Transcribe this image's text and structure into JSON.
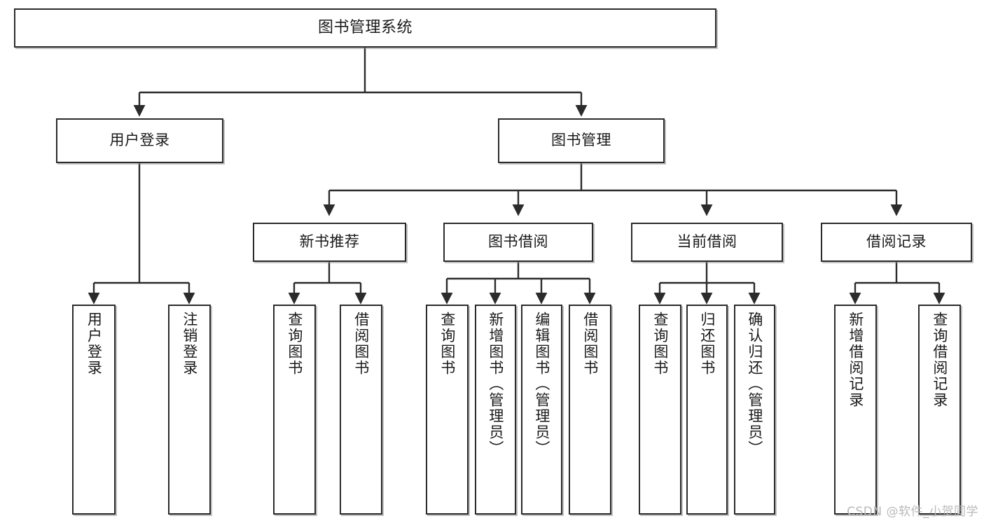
{
  "diagram": {
    "title": "图书管理系统",
    "type": "tree",
    "watermark": "CSDN @软件_小贺同学",
    "colors": {
      "box_border": "#2b2b2b",
      "box_fill": "#ffffff",
      "edge": "#2b2b2b",
      "text": "#1a1a1a",
      "watermark": "#b9b9b9",
      "background": "#ffffff"
    },
    "root": {
      "id": "root",
      "label": "图书管理系统"
    },
    "level2": [
      {
        "id": "user-login",
        "label": "用户登录"
      },
      {
        "id": "book-manage",
        "label": "图书管理"
      }
    ],
    "level3": [
      {
        "id": "new-book-rec",
        "label": "新书推荐",
        "parent": "book-manage"
      },
      {
        "id": "book-borrow",
        "label": "图书借阅",
        "parent": "book-manage"
      },
      {
        "id": "current-borrow",
        "label": "当前借阅",
        "parent": "book-manage"
      },
      {
        "id": "borrow-record",
        "label": "借阅记录",
        "parent": "book-manage"
      }
    ],
    "leaves": [
      {
        "id": "leaf-user-login",
        "label": "用户登录",
        "parent": "user-login"
      },
      {
        "id": "leaf-user-logout",
        "label": "注销登录",
        "parent": "user-login"
      },
      {
        "id": "leaf-query-book-1",
        "label": "查询图书",
        "parent": "new-book-rec"
      },
      {
        "id": "leaf-borrow-book-1",
        "label": "借阅图书",
        "parent": "new-book-rec"
      },
      {
        "id": "leaf-query-book-2",
        "label": "查询图书",
        "parent": "book-borrow"
      },
      {
        "id": "leaf-add-book",
        "label": "新增图书（管理员）",
        "parent": "book-borrow"
      },
      {
        "id": "leaf-edit-book",
        "label": "编辑图书（管理员）",
        "parent": "book-borrow"
      },
      {
        "id": "leaf-borrow-book-2",
        "label": "借阅图书",
        "parent": "book-borrow"
      },
      {
        "id": "leaf-query-book-3",
        "label": "查询图书",
        "parent": "current-borrow"
      },
      {
        "id": "leaf-return-book",
        "label": "归还图书",
        "parent": "current-borrow"
      },
      {
        "id": "leaf-confirm-return",
        "label": "确认归还（管理员）",
        "parent": "current-borrow"
      },
      {
        "id": "leaf-add-record",
        "label": "新增借阅记录",
        "parent": "borrow-record"
      },
      {
        "id": "leaf-query-record",
        "label": "查询借阅记录",
        "parent": "borrow-record"
      }
    ]
  }
}
